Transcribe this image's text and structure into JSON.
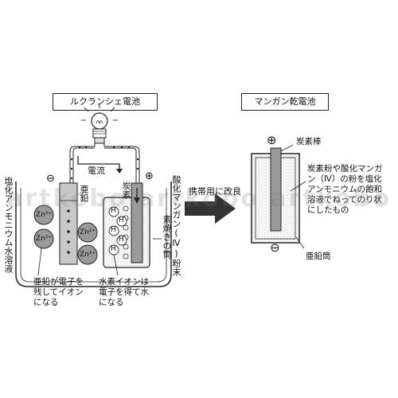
{
  "left_cell": {
    "title": "ルクランシェ電池",
    "current_label": "電流",
    "zinc_label": "亜鉛",
    "carbon_label": "炭素",
    "electrolyte_label": "塩化アンモニウム水溶液",
    "mno2_label": "酸化マンガン(Ⅳ)粉末",
    "pot_label": "素焼きの筒",
    "zn_ion": "Zn²⁺",
    "h_ion": "H",
    "electron_sign": "⊖",
    "plus_sign": "⊕",
    "minus_sign": "⊖",
    "zinc_note": "亜鉛が電子を\n残してイオン\nになる",
    "hydrogen_note": "水素イオンは\n電子を得て水\nになる"
  },
  "arrow_label": "携帯用に改良",
  "right_cell": {
    "title": "マンガン乾電池",
    "plus_sign": "⊕",
    "minus_sign": "⊖",
    "rod_label": "炭素棒",
    "paste_label": "炭素粉や酸化マンガ\nン（Ⅳ）の粉を塩化\nアンモニウムの飽和\n溶液でねってのり状\nにしたもの",
    "case_label": "亜鉛筒"
  },
  "watermark": "artkobo artkobo artkobo",
  "colors": {
    "line": "#222222",
    "fill_gray": "#9a9a9a",
    "light_gray": "#d8d8d8",
    "arrow": "#333333"
  }
}
